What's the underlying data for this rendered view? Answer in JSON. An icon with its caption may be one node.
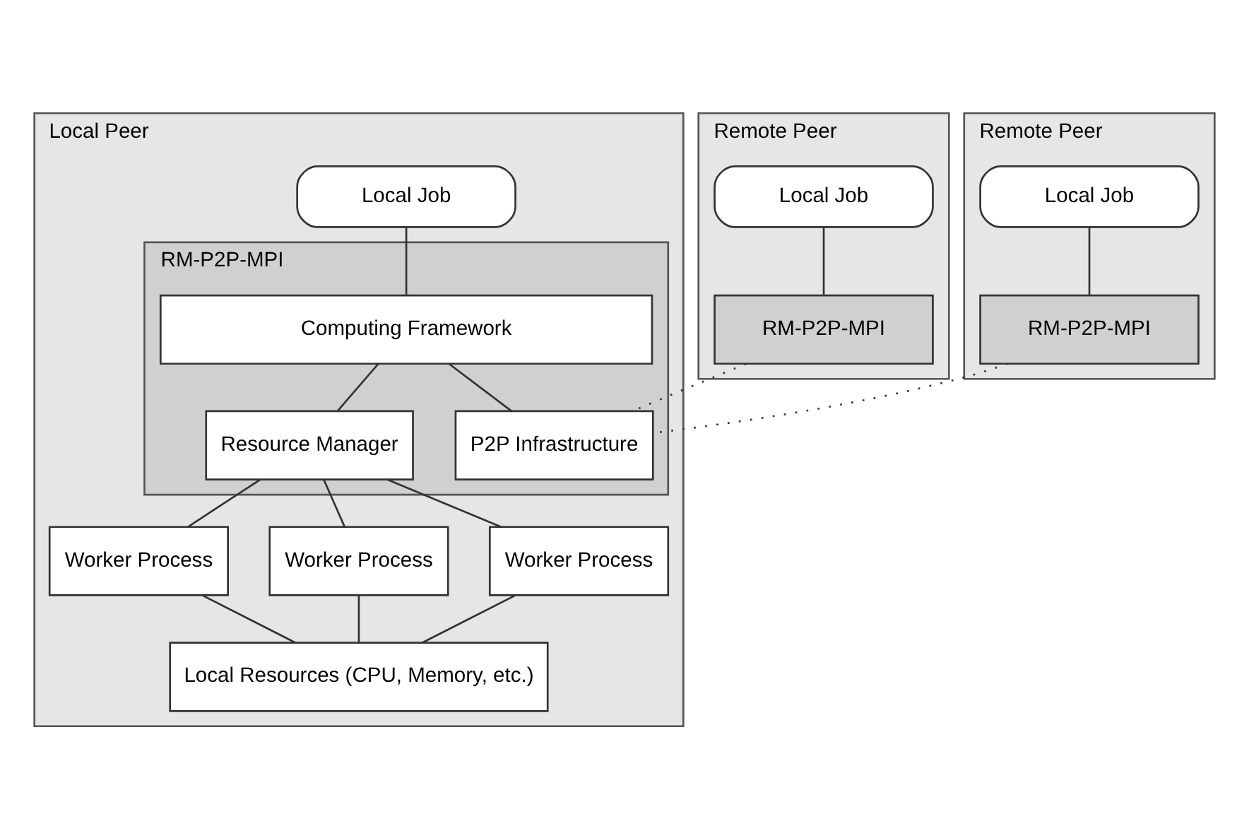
{
  "diagram": {
    "nodes": [
      {
        "text": [
          "Local Peer"
        ]
      },
      {
        "text": [
          "Local Job"
        ],
        "in": 0
      },
      {
        "text": [
          "RM-P2P-MPI"
        ],
        "in": 0
      },
      {
        "text": [
          "Computing Framework"
        ],
        "in": 2
      },
      {
        "text": [
          "Resource Manager"
        ],
        "in": 2
      },
      {
        "text": [
          "P2P Infrastructure"
        ],
        "in": 2
      },
      {
        "text": [
          "Worker Process"
        ],
        "in": 0
      },
      {
        "text": [
          "Worker Process"
        ],
        "in": 0
      },
      {
        "text": [
          "Worker Process"
        ],
        "in": 0
      },
      {
        "text": [
          "Local Resources (CPU, Memory, etc.)"
        ],
        "in": 0
      },
      {
        "text": [
          "Remote Peer"
        ]
      },
      {
        "text": [
          "Local Job"
        ],
        "in": 10
      },
      {
        "text": [
          "RM-P2P-MPI"
        ],
        "in": 10
      },
      {
        "text": [
          "Remote Peer"
        ]
      },
      {
        "text": [
          "Local Job"
        ],
        "in": 13
      },
      {
        "text": [
          "RM-P2P-MPI"
        ],
        "in": 13
      }
    ],
    "edges": [
      {
        "from": 1,
        "to": 3,
        "arrow": "none"
      },
      {
        "from": 3,
        "to": 4,
        "arrow": "none"
      },
      {
        "from": 3,
        "to": 5,
        "arrow": "none"
      },
      {
        "from": 4,
        "to": 6,
        "arrow": "none"
      },
      {
        "from": 4,
        "to": 7,
        "arrow": "none"
      },
      {
        "from": 4,
        "to": 8,
        "arrow": "none"
      },
      {
        "from": 6,
        "to": 9,
        "arrow": "none"
      },
      {
        "from": 7,
        "to": 9,
        "arrow": "none"
      },
      {
        "from": 8,
        "to": 9,
        "arrow": "none"
      },
      {
        "from": 11,
        "to": 12,
        "arrow": "none"
      },
      {
        "from": 14,
        "to": 15,
        "arrow": "none"
      },
      {
        "from": 12,
        "to": 5,
        "arrow": "none",
        "style": "dashed"
      },
      {
        "from": 15,
        "to": 5,
        "arrow": "none",
        "style": "dashed"
      }
    ]
  }
}
